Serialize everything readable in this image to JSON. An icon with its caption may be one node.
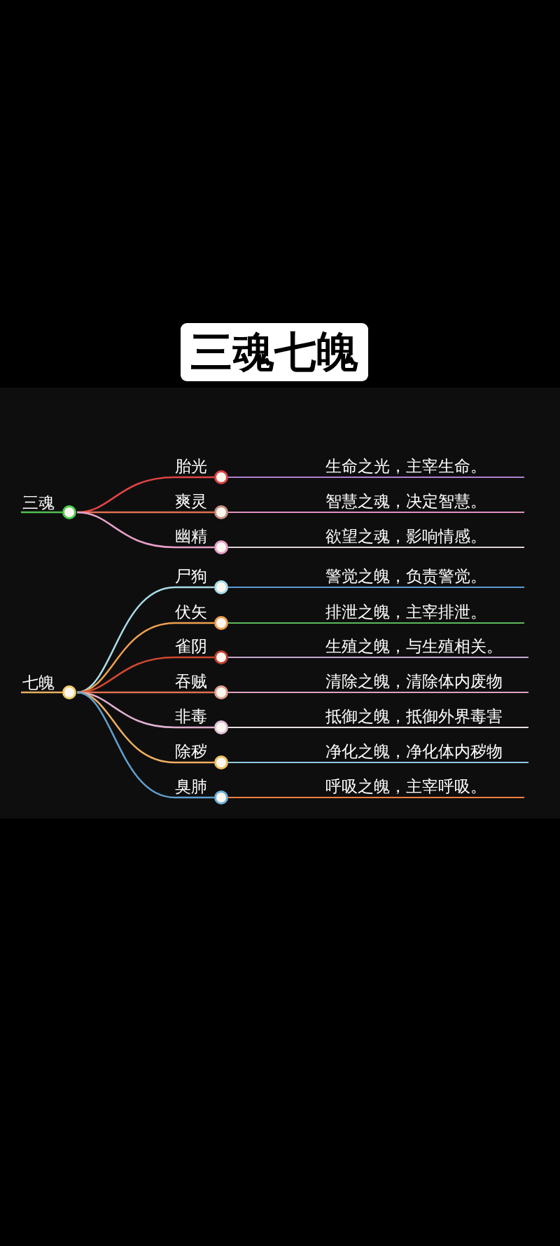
{
  "diagram": {
    "title": "三魂七魄",
    "nodes": [
      {
        "text": [
          "三魂"
        ]
      },
      {
        "text": [
          "胎光",
          "生命之光，主宰生命。"
        ]
      },
      {
        "text": [
          "爽灵",
          "智慧之魂，决定智慧。"
        ]
      },
      {
        "text": [
          "幽精",
          "欲望之魂，影响情感。"
        ]
      },
      {
        "text": [
          "七魄"
        ]
      },
      {
        "text": [
          "尸狗",
          "警觉之魄，负责警觉。"
        ]
      },
      {
        "text": [
          "伏矢",
          "排泄之魄，主宰排泄。"
        ]
      },
      {
        "text": [
          "雀阴",
          "生殖之魄，与生殖相关。"
        ]
      },
      {
        "text": [
          "吞贼",
          "清除之魄，清除体内废物"
        ]
      },
      {
        "text": [
          "非毒",
          "抵御之魄，抵御外界毒害"
        ]
      },
      {
        "text": [
          "除秽",
          "净化之魄，净化体内秽物"
        ]
      },
      {
        "text": [
          "臭肺",
          "呼吸之魄，主宰呼吸。"
        ]
      }
    ],
    "edges": [
      {
        "from": 0,
        "to": 1,
        "arrow": "none",
        "color": "#e04444"
      },
      {
        "from": 0,
        "to": 2,
        "arrow": "none",
        "color": "#e07050"
      },
      {
        "from": 0,
        "to": 3,
        "arrow": "none",
        "color": "#e8a0c8"
      },
      {
        "from": 4,
        "to": 5,
        "arrow": "none",
        "color": "#a8dce8"
      },
      {
        "from": 4,
        "to": 6,
        "arrow": "none",
        "color": "#f0a050"
      },
      {
        "from": 4,
        "to": 7,
        "arrow": "none",
        "color": "#d04830"
      },
      {
        "from": 4,
        "to": 8,
        "arrow": "none",
        "color": "#e07050"
      },
      {
        "from": 4,
        "to": 9,
        "arrow": "none",
        "color": "#e0b0d0"
      },
      {
        "from": 4,
        "to": 10,
        "arrow": "none",
        "color": "#f0b060"
      },
      {
        "from": 4,
        "to": 11,
        "arrow": "none",
        "color": "#60a0d0"
      }
    ]
  }
}
